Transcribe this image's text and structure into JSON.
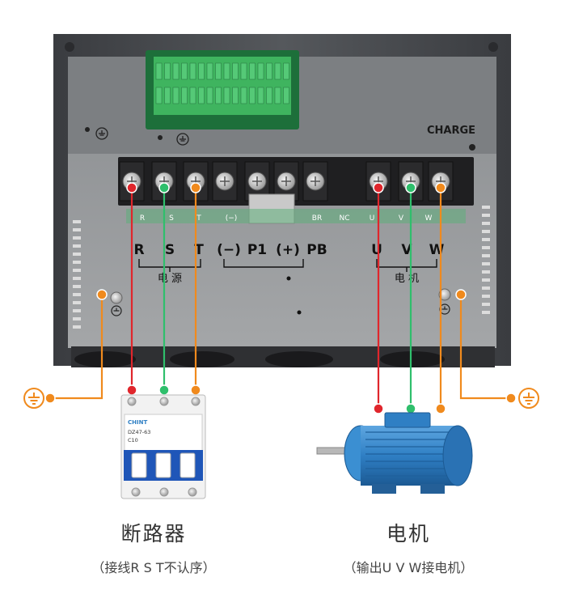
{
  "panel": {
    "charge_label": "CHARGE",
    "terminal_labels": [
      "R",
      "S",
      "T",
      "(−)",
      "P1",
      "(+)",
      "PB",
      "U",
      "V",
      "W"
    ],
    "strip_labels": [
      "R",
      "S",
      "T",
      "(−)",
      "BR",
      "NC",
      "U",
      "V",
      "W"
    ],
    "power_group_label": "电 源",
    "motor_group_label": "电 机"
  },
  "breaker": {
    "brand": "CHINT",
    "model": "DZ47-63",
    "rating": "C10"
  },
  "captions": {
    "breaker_title": "断路器",
    "breaker_note": "（接线R S T不认序）",
    "motor_title": "电机",
    "motor_note": "（输出U V W接电机）"
  },
  "colors": {
    "red": "#e0262c",
    "green": "#2fbf6c",
    "orange": "#f08a1d",
    "panel": "#6c6f73",
    "frame": "#3f4145",
    "motor": "#2f7fc4"
  }
}
